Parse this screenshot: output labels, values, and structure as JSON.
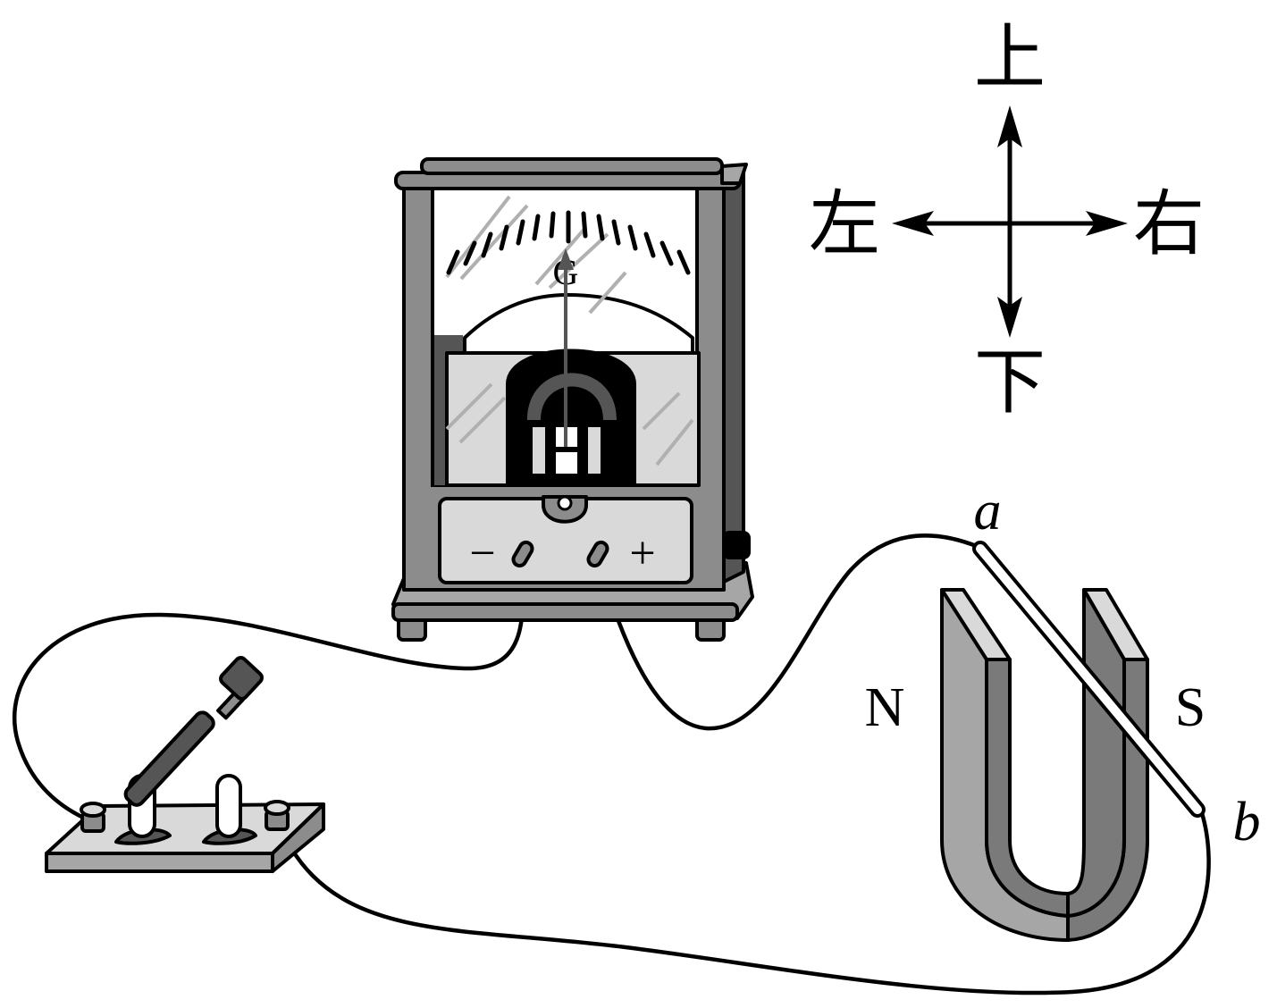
{
  "compass": {
    "up": "上",
    "down": "下",
    "left": "左",
    "right": "右"
  },
  "galvanometer": {
    "dial_letter": "G",
    "minus_terminal": "−",
    "plus_terminal": "+"
  },
  "magnet": {
    "north_pole": "N",
    "south_pole": "S"
  },
  "rod": {
    "end_a": "a",
    "end_b": "b"
  },
  "colors": {
    "outline": "#000000",
    "frame_gray": "#8c8c8c",
    "light_gray": "#d9d9d9",
    "dark_gray": "#555555",
    "magnet_face": "#a6a6a6",
    "magnet_side": "#7a7a7a"
  }
}
